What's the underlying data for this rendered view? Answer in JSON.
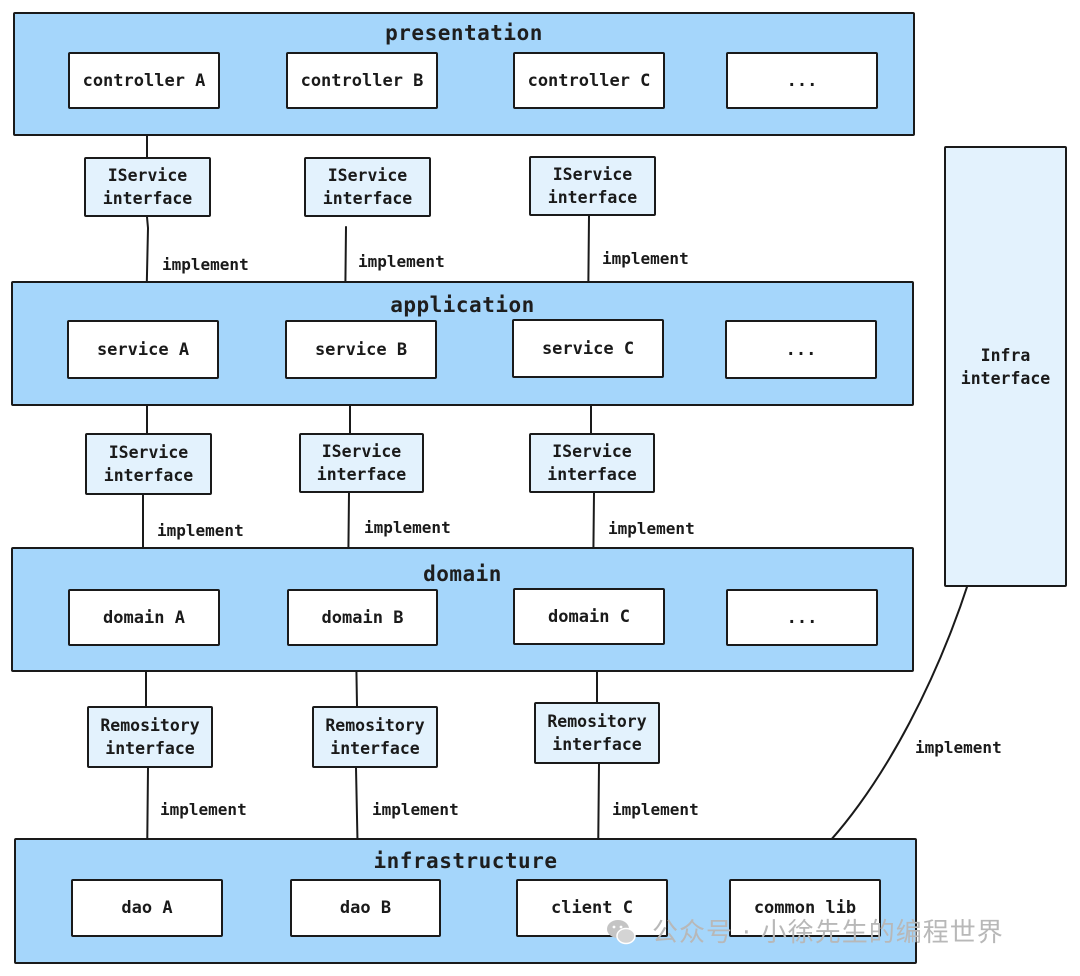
{
  "layers": {
    "presentation": {
      "title": "presentation",
      "boxes": [
        "controller A",
        "controller B",
        "controller C",
        "..."
      ]
    },
    "application": {
      "title": "application",
      "boxes": [
        "service A",
        "service B",
        "service C",
        "..."
      ]
    },
    "domain": {
      "title": "domain",
      "boxes": [
        "domain A",
        "domain B",
        "domain C",
        "..."
      ]
    },
    "infrastructure": {
      "title": "infrastructure",
      "boxes": [
        "dao A",
        "dao B",
        "client C",
        "common lib"
      ]
    }
  },
  "interfaces": {
    "row1": [
      {
        "l1": "IService",
        "l2": "interface"
      },
      {
        "l1": "IService",
        "l2": "interface"
      },
      {
        "l1": "IService",
        "l2": "interface"
      }
    ],
    "row2": [
      {
        "l1": "IService",
        "l2": "interface"
      },
      {
        "l1": "IService",
        "l2": "interface"
      },
      {
        "l1": "IService",
        "l2": "interface"
      }
    ],
    "row3": [
      {
        "l1": "Remository",
        "l2": "interface"
      },
      {
        "l1": "Remository",
        "l2": "interface"
      },
      {
        "l1": "Remository",
        "l2": "interface"
      }
    ],
    "infra": {
      "l1": "Infra",
      "l2": "interface"
    }
  },
  "edge_label": "implement",
  "watermark": "公众号 · 小徐先生的编程世界",
  "colors": {
    "layer_fill": "#a5d6fb",
    "interface_fill": "#e3f2fd",
    "box_fill": "#ffffff",
    "stroke": "#1a1a1a"
  }
}
